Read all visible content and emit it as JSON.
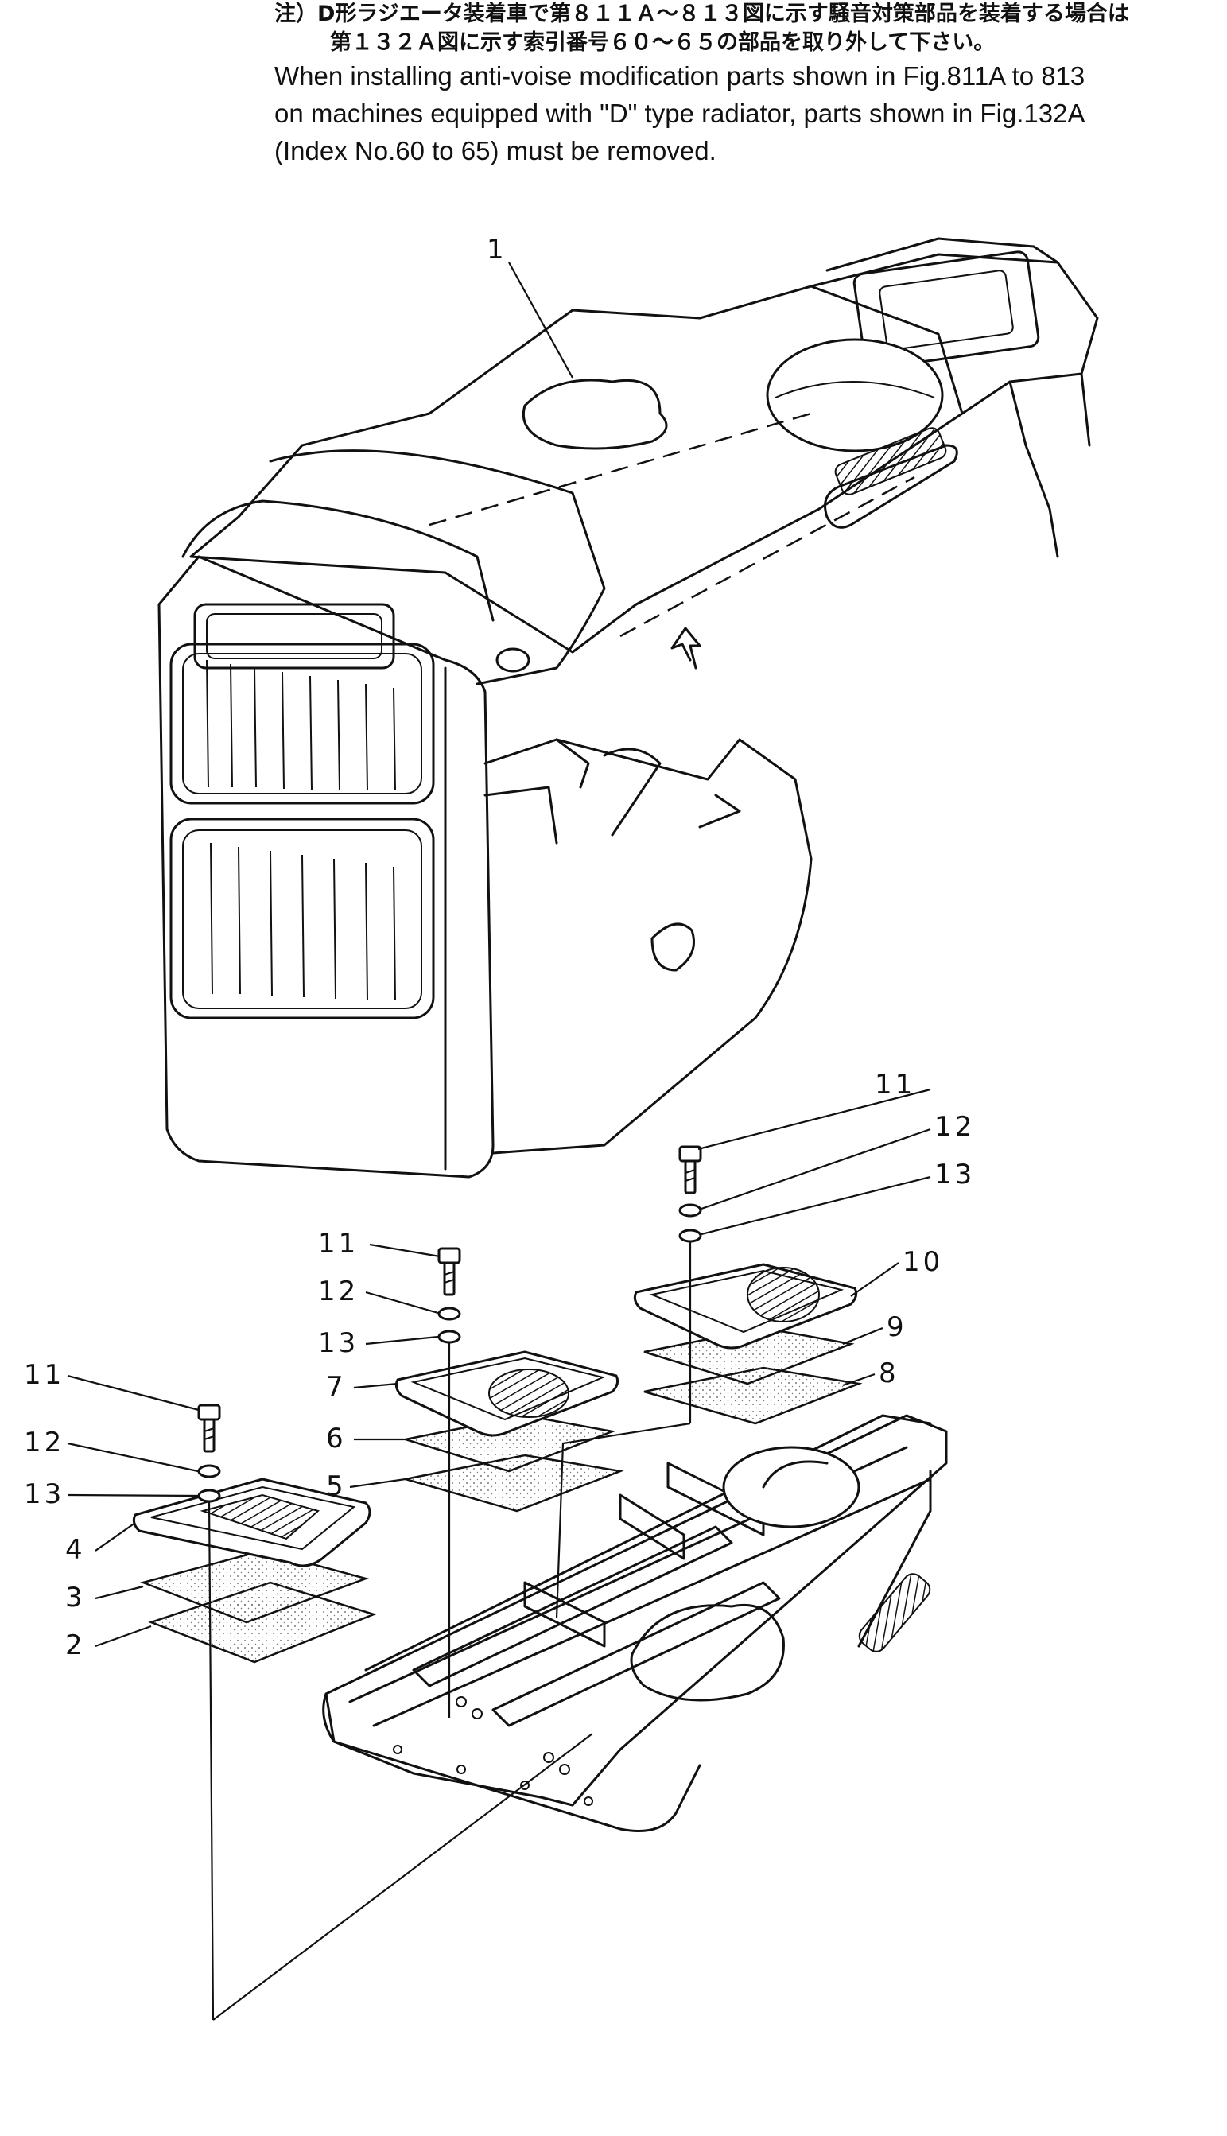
{
  "note": {
    "jp_line1": "注）D形ラジエータ装着車で第８１１Ａ～８１３図に示す騒音対策部品を装着する場合は",
    "jp_line2": "第１３２Ａ図に示す索引番号６０～６５の部品を取り外して下さい。",
    "en_line1": "When installing anti-voise modification parts shown in Fig.811A to 813",
    "en_line2": "on machines equipped with \"D\" type radiator, parts shown in Fig.132A",
    "en_line3": "(Index No.60 to 65) must be removed."
  },
  "callouts": {
    "c1": "1",
    "c2": "2",
    "c3": "3",
    "c4": "4",
    "c5": "5",
    "c6": "6",
    "c7": "7",
    "c8": "8",
    "c9": "9",
    "c10": "10",
    "c11a": "11",
    "c12a": "12",
    "c13a": "13",
    "c11b": "11",
    "c12b": "12",
    "c13b": "13",
    "c11c": "11",
    "c12c": "12",
    "c13c": "13"
  },
  "colors": {
    "ink": "#111111",
    "paper": "#ffffff"
  }
}
